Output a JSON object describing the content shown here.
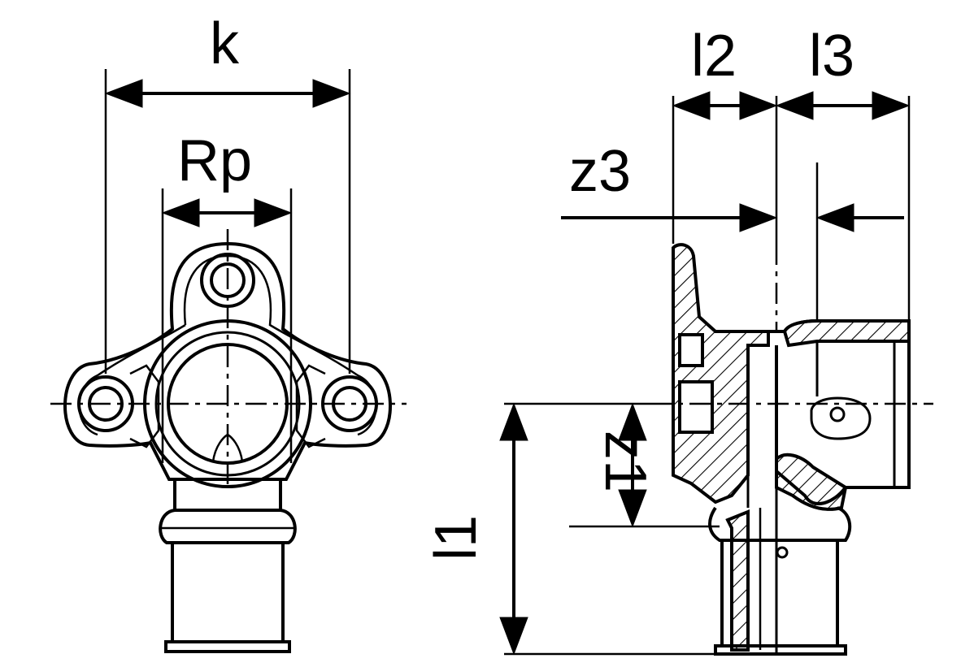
{
  "labels": {
    "k": "k",
    "rp": "Rp",
    "l2": "l2",
    "l3": "l3",
    "z3": "z3",
    "z1": "z1",
    "l1": "l1"
  },
  "colors": {
    "line": "#000000",
    "background": "#ffffff"
  }
}
